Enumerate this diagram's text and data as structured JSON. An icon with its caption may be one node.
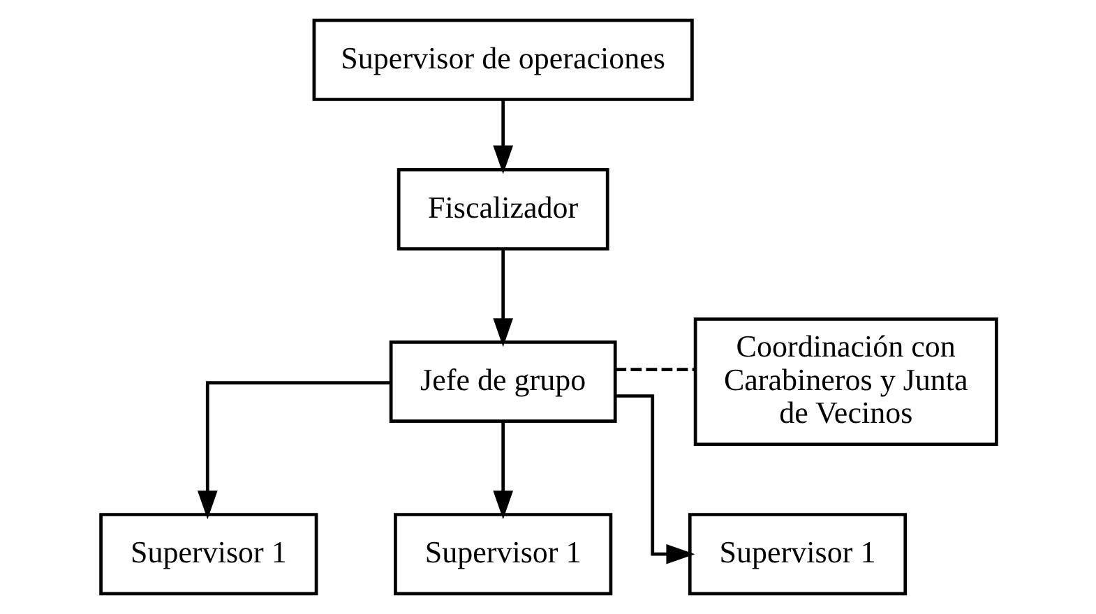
{
  "diagram": {
    "nodes": [
      {
        "text": [
          "Supervisor de operaciones"
        ]
      },
      {
        "text": [
          "Fiscalizador"
        ]
      },
      {
        "text": [
          "Coordinación con Carabineros y Junta de Vecinos"
        ]
      },
      {
        "text": [
          "Jefe de grupo"
        ]
      },
      {
        "text": [
          "Supervisor 1"
        ]
      },
      {
        "text": [
          "Supervisor 1"
        ]
      },
      {
        "text": [
          "Supervisor 1"
        ]
      }
    ],
    "edges": [
      {
        "from": 0,
        "to": 1,
        "arrow": "to"
      },
      {
        "from": 1,
        "to": 3,
        "arrow": "to"
      },
      {
        "from": 3,
        "to": 2,
        "arrow": "none",
        "style": "dashed"
      },
      {
        "from": 3,
        "to": 4,
        "arrow": "to"
      },
      {
        "from": 3,
        "to": 5,
        "arrow": "to"
      },
      {
        "from": 3,
        "to": 6,
        "arrow": "to"
      }
    ]
  }
}
